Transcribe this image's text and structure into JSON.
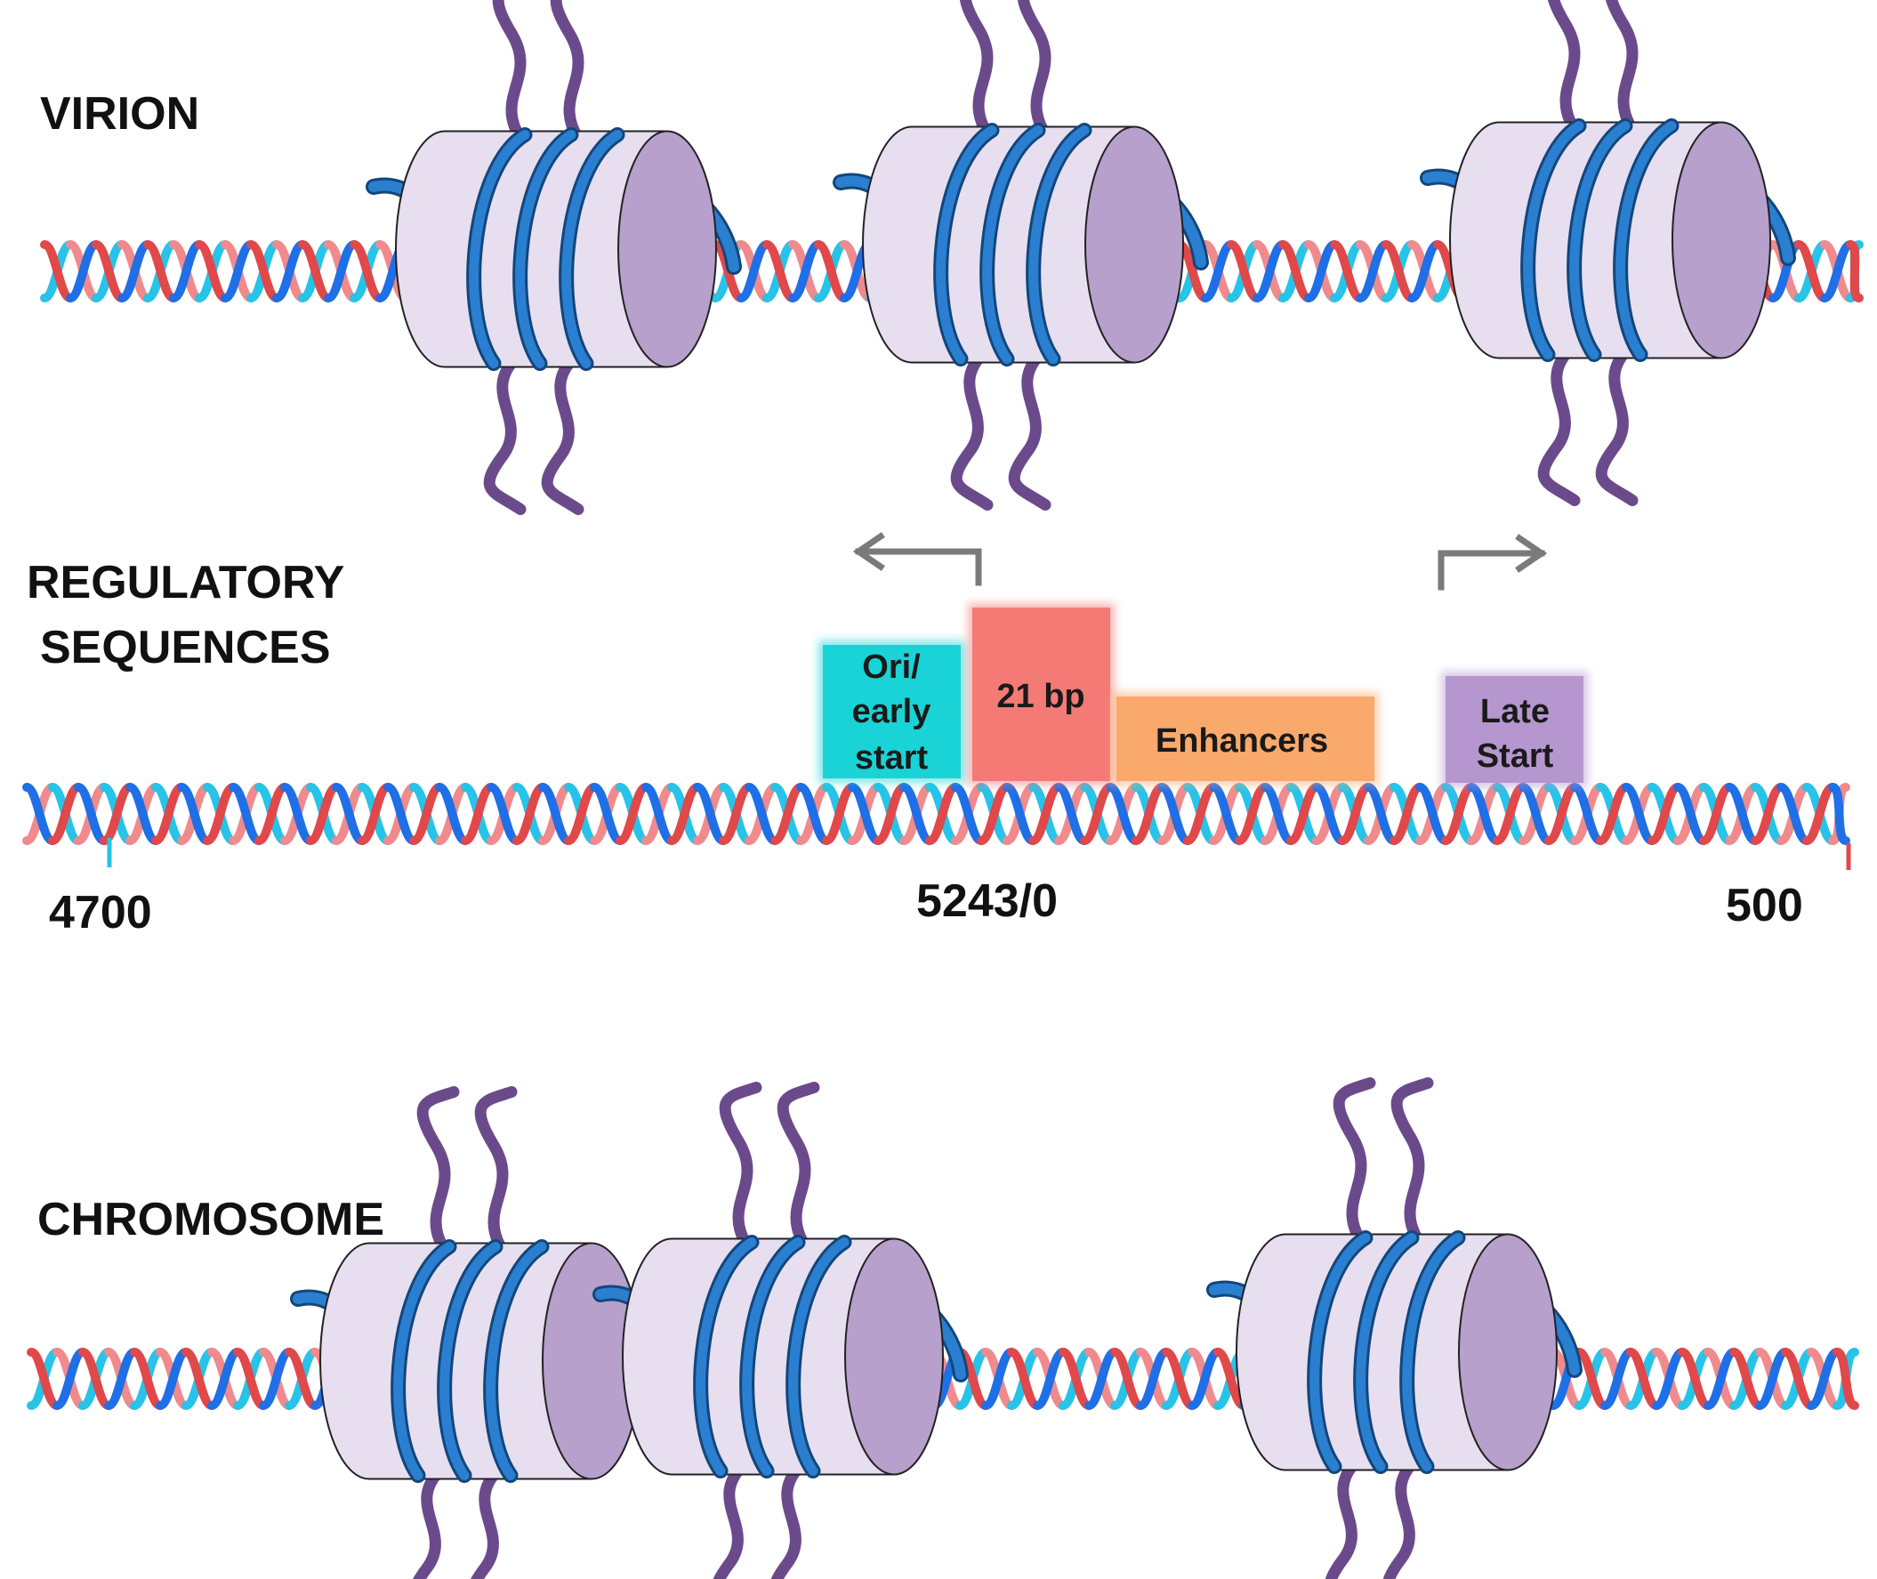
{
  "sections": {
    "virion": "VIRION",
    "regulatory_line1": "REGULATORY",
    "regulatory_line2": "SEQUENCES",
    "chromosome": "CHROMOSOME"
  },
  "regulatory_elements": [
    {
      "id": "ori",
      "lines": [
        "Ori/",
        "early",
        "start"
      ],
      "color": "#19d3d6"
    },
    {
      "id": "bp21",
      "lines": [
        "21 bp"
      ],
      "color": "#f47a76"
    },
    {
      "id": "enhancers",
      "lines": [
        "Enhancers"
      ],
      "color": "#f9a96b"
    },
    {
      "id": "late",
      "lines": [
        "Late",
        "Start"
      ],
      "color": "#b696cf"
    }
  ],
  "positions": {
    "left": "4700",
    "center": "5243/0",
    "right": "500"
  },
  "colors": {
    "dna_red": "#e0484a",
    "dna_pink": "#f08a8c",
    "dna_blue": "#1f6fe6",
    "dna_cyan": "#27c3e8",
    "histone_body": "#e7def0",
    "histone_face": "#b7a0cc",
    "histone_tail": "#6b4a8c",
    "wrap_dna": "#2a7fd0",
    "arrow": "#7a7a7a"
  }
}
